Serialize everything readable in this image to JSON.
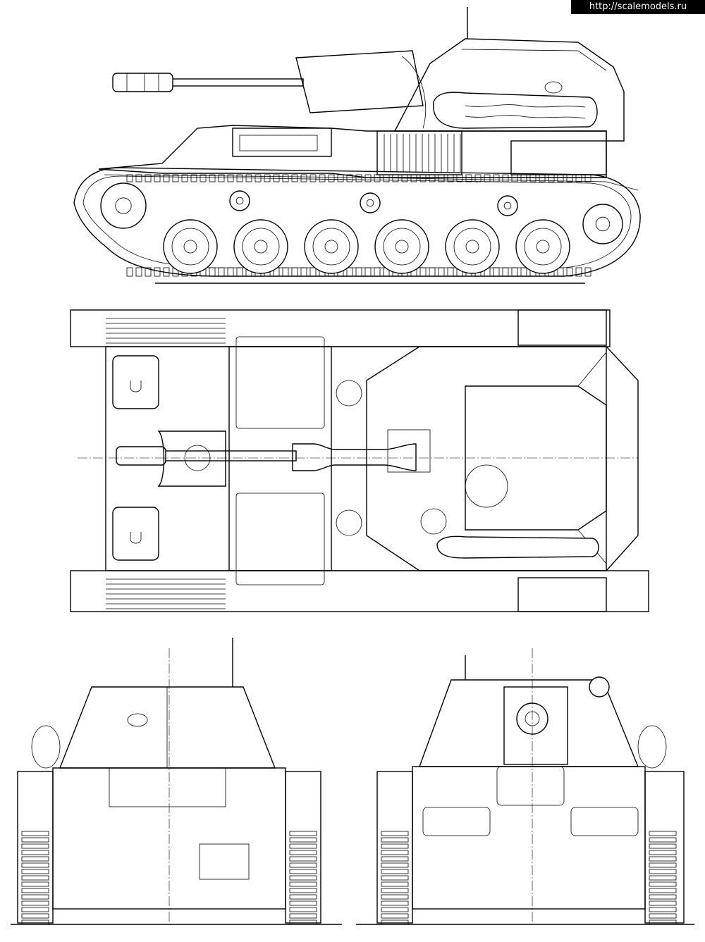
{
  "watermark": {
    "text": "http://scalemodels.ru"
  },
  "views": [
    {
      "id": "side-view",
      "icon": "side-elevation-drawing"
    },
    {
      "id": "top-view",
      "icon": "plan-view-drawing"
    },
    {
      "id": "rear-view",
      "icon": "rear-elevation-drawing"
    },
    {
      "id": "front-view",
      "icon": "front-elevation-drawing"
    }
  ],
  "colors": {
    "ink": "#000000",
    "paper": "#ffffff"
  }
}
